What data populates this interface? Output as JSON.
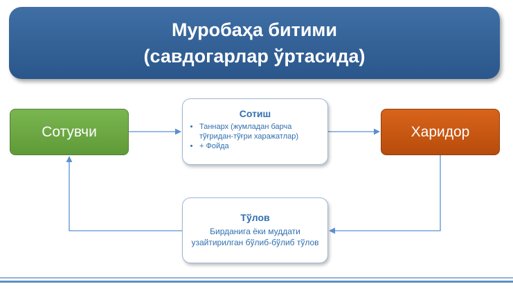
{
  "title": {
    "line1": "Муробаҳа битими",
    "line2": "(савдогарлар ўртасида)"
  },
  "seller": {
    "label": "Сотувчи"
  },
  "buyer": {
    "label": "Харидор"
  },
  "sale": {
    "heading": "Сотиш",
    "bullets": [
      "Таннарх (жумладан барча тўғридан-тўғри харажатлар)",
      "+ Фойда"
    ]
  },
  "payment": {
    "heading": "Тўлов",
    "text": "Бирданига ёки муддати узайтирилган бўлиб-бўлиб тўлов"
  },
  "colors": {
    "title_bg": "#2f5f96",
    "seller_bg": "#6aa744",
    "buyer_bg": "#c5570f",
    "connector": "#5b8fd0",
    "box_text": "#2f6fb0"
  }
}
